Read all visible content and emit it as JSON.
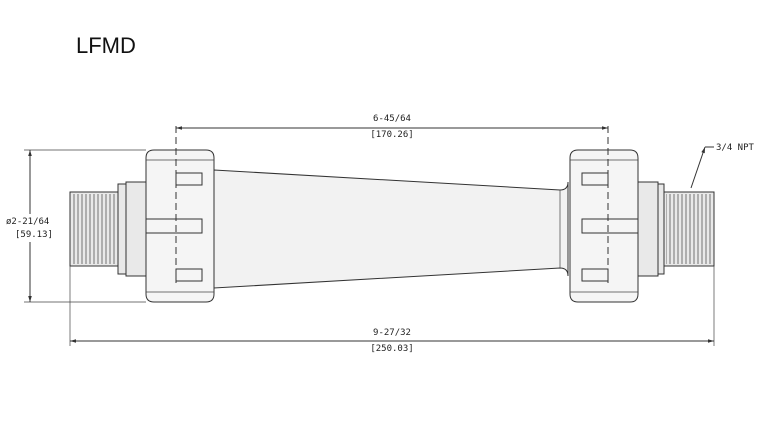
{
  "title": "LFMD",
  "dimensions": {
    "center_length": {
      "fraction": "6-45/64",
      "metric": "[170.26]"
    },
    "overall_length": {
      "fraction": "9-27/32",
      "metric": "[250.03]"
    },
    "diameter": {
      "fraction": "ø2-21/64",
      "metric": "[59.13]"
    },
    "thread": "3/4 NPT"
  }
}
